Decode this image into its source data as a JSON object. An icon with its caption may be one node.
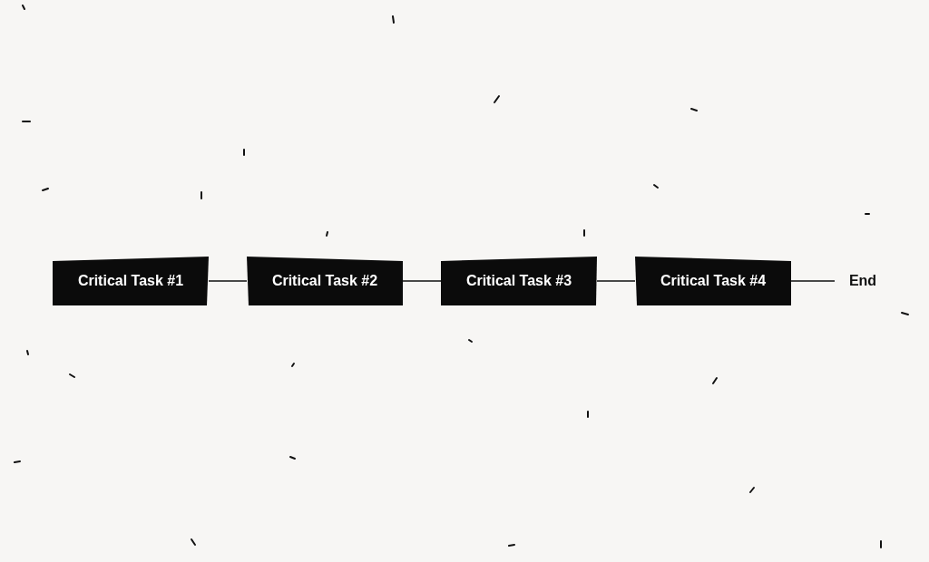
{
  "diagram": {
    "nodes": [
      {
        "text": [
          "Critical Task #1"
        ]
      },
      {
        "text": [
          "Critical Task #2"
        ]
      },
      {
        "text": [
          "Critical Task #3"
        ]
      },
      {
        "text": [
          "Critical Task #4"
        ]
      },
      {
        "text": [
          "End"
        ]
      }
    ],
    "edges": [
      {
        "from": 0,
        "to": 1,
        "arrow": "none"
      },
      {
        "from": 1,
        "to": 2,
        "arrow": "none"
      },
      {
        "from": 2,
        "to": 3,
        "arrow": "none"
      },
      {
        "from": 3,
        "to": 4,
        "arrow": "none"
      }
    ]
  }
}
